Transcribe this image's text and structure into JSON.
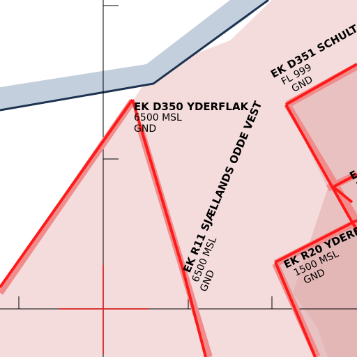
{
  "map": {
    "colors": {
      "airspace_fill": "#f5dcdc",
      "airspace_fill_dark": "#e6b8b8",
      "boundary_red": "#ff1a1a",
      "boundary_glow": "#f08c8c",
      "water_band": "#c3cfdc",
      "water_edge": "#1c3250",
      "grid_line": "#000000",
      "crosshair": "#e83030"
    },
    "zones": [
      {
        "id": "d350",
        "name": "EK D350 YDERFLAK",
        "upper": "6500 MSL",
        "lower": "GND"
      },
      {
        "id": "d351",
        "name": "EK D351 SCHULT",
        "upper": "FL 999",
        "lower": "GND"
      },
      {
        "id": "r11",
        "name": "EK R11 SJÆLLANDS ODDE VEST",
        "upper": "6500 MSL",
        "lower": "GND"
      },
      {
        "id": "r20",
        "name": "EK R20 YDERF",
        "upper": "1500 MSL",
        "lower": "GND"
      },
      {
        "id": "east",
        "name": "E",
        "upper": "F",
        "lower": ""
      }
    ]
  }
}
